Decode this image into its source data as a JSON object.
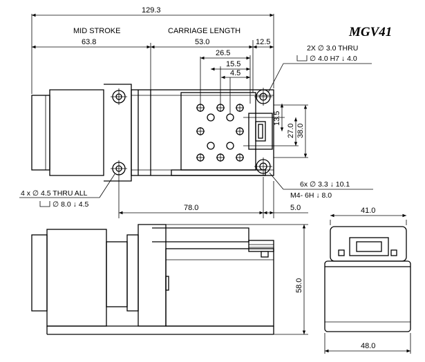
{
  "model": "MGV41",
  "labels": {
    "mid_stroke": "MID STROKE",
    "carriage_length": "CARRIAGE LENGTH"
  },
  "dimensions": {
    "overall_length": "129.3",
    "mid_stroke": "63.8",
    "carriage": "53.0",
    "offset_right": "12.5",
    "hole_26_5": "26.5",
    "hole_15_5": "15.5",
    "hole_4_5": "4.5",
    "vert_13_5": "13.5",
    "vert_27_0": "27.0",
    "vert_38_0": "38.0",
    "base_78": "78.0",
    "base_5": "5.0",
    "side_41": "41.0",
    "side_48": "48.0",
    "height_58": "58.0"
  },
  "notes": {
    "thru_line1": "2X ∅ 3.0 THRU",
    "thru_line2": "∅ 4.0 H7 ↓ 4.0",
    "tap_line1": "6x ∅ 3.3 ↓ 10.1",
    "tap_line2": "M4- 6H ↓ 8.0",
    "mount_line1": "4 x ∅ 4.5 THRU ALL",
    "mount_line2": "∅ 8.0 ↓ 4.5"
  }
}
